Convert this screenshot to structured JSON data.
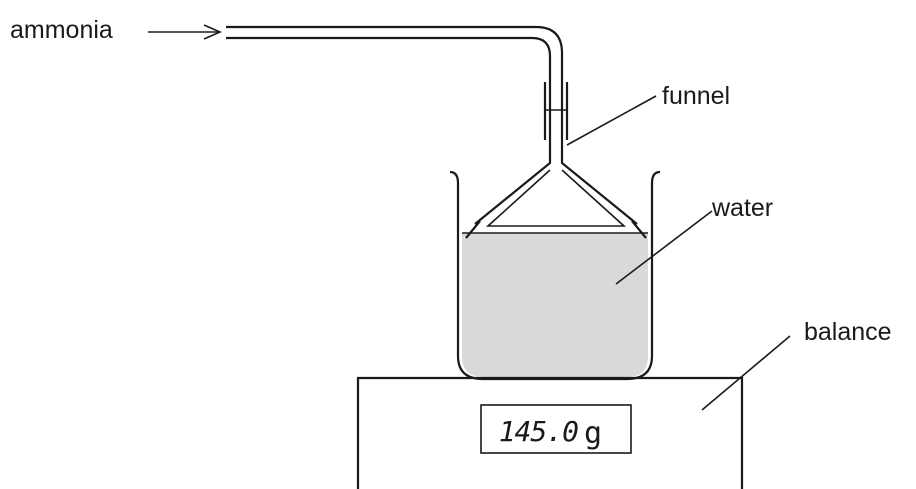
{
  "labels": {
    "gas": "ammonia",
    "funnel": "funnel",
    "liquid": "water",
    "instrument": "balance"
  },
  "display": {
    "reading": "145.0",
    "unit": "g"
  },
  "colors": {
    "water": "#d9d9d9",
    "ink": "#1a1a1a"
  }
}
